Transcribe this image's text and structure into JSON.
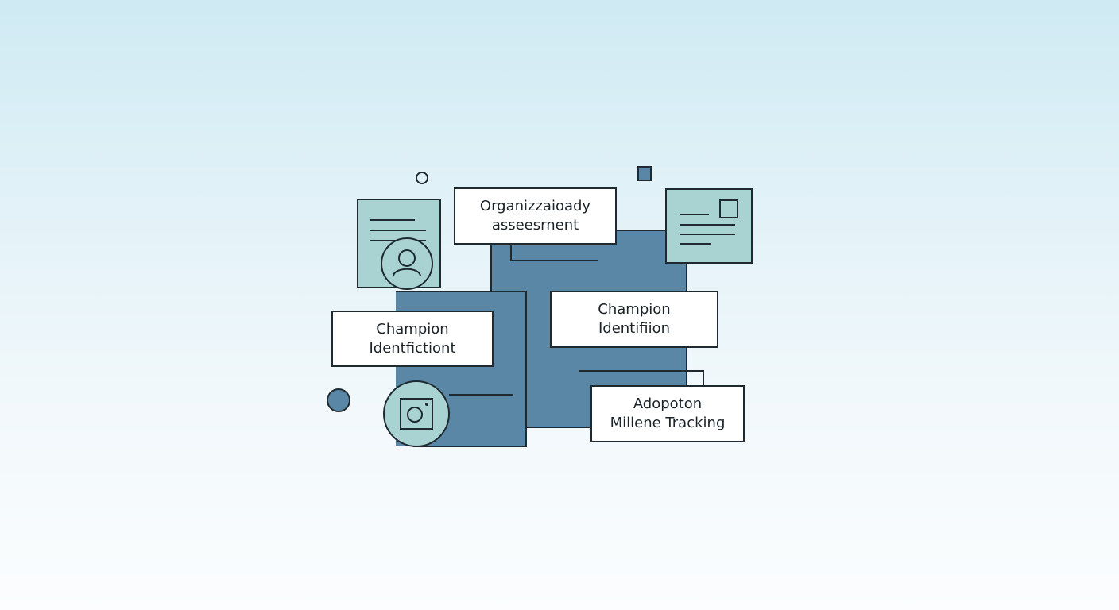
{
  "colors": {
    "block": "#5b87a6",
    "card": "#a9d3d3",
    "stroke": "#1f2a30"
  },
  "labels": {
    "org_assessment": {
      "line1": "Organizzaioady",
      "line2": "asseesrnent"
    },
    "champion_left": {
      "line1": "Champion",
      "line2": "Identfictiont"
    },
    "champion_right": {
      "line1": "Champion",
      "line2": "Identifiion"
    },
    "adoption": {
      "line1": "Adopoton",
      "line2": "Millene Tracking"
    }
  },
  "icons": [
    "user-icon",
    "camera-icon",
    "document-card-icon",
    "post-card-icon"
  ]
}
